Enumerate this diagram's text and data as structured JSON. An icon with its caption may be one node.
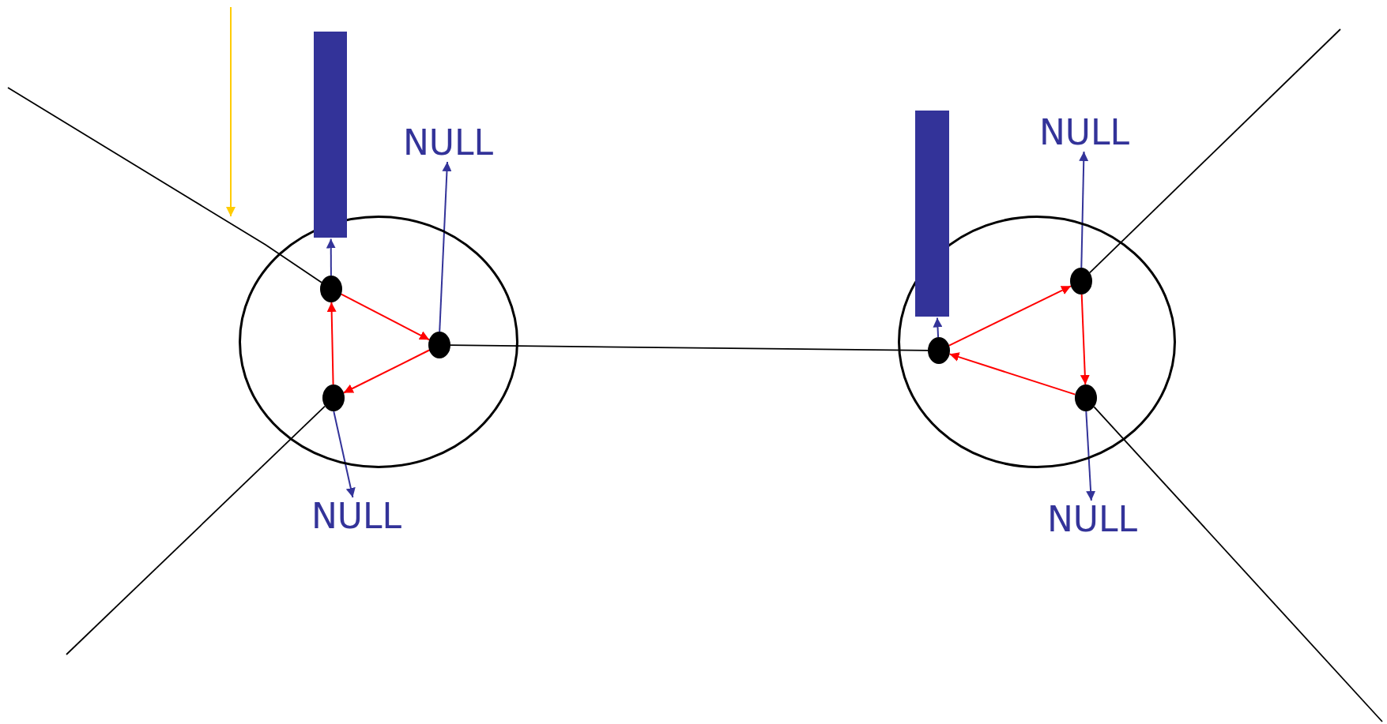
{
  "diagram": {
    "nodes": [
      {
        "text": [],
        "shape": "circle"
      },
      {
        "text": [],
        "shape": "circle",
        "in": 0
      },
      {
        "text": [],
        "shape": "circle",
        "in": 0
      },
      {
        "text": [],
        "shape": "circle",
        "in": 0
      },
      {
        "text": [],
        "shape": "bar"
      },
      {
        "text": [
          "NULL"
        ]
      },
      {
        "text": [
          "NULL"
        ]
      },
      {
        "text": [],
        "shape": "circle"
      },
      {
        "text": [],
        "shape": "circle",
        "in": 7
      },
      {
        "text": [],
        "shape": "circle",
        "in": 7
      },
      {
        "text": [],
        "shape": "circle",
        "in": 7
      },
      {
        "text": [],
        "shape": "bar"
      },
      {
        "text": [
          "NULL"
        ]
      },
      {
        "text": [
          "NULL"
        ]
      }
    ],
    "edges": [
      {
        "from": 1,
        "to": 2,
        "arrow": "to",
        "color": "#ff0000"
      },
      {
        "from": 2,
        "to": 3,
        "arrow": "to",
        "color": "#ff0000"
      },
      {
        "from": 3,
        "to": 1,
        "arrow": "to",
        "color": "#ff0000"
      },
      {
        "from": 1,
        "to": 4,
        "arrow": "to",
        "color": "#333399"
      },
      {
        "from": 2,
        "to": 5,
        "arrow": "to",
        "color": "#333399"
      },
      {
        "from": 3,
        "to": 6,
        "arrow": "to",
        "color": "#333399"
      },
      {
        "from": 8,
        "to": 9,
        "arrow": "to",
        "color": "#ff0000"
      },
      {
        "from": 9,
        "to": 10,
        "arrow": "to",
        "color": "#ff0000"
      },
      {
        "from": 10,
        "to": 8,
        "arrow": "to",
        "color": "#ff0000"
      },
      {
        "from": 8,
        "to": 11,
        "arrow": "to",
        "color": "#333399"
      },
      {
        "from": 9,
        "to": 12,
        "arrow": "to",
        "color": "#333399"
      },
      {
        "from": 10,
        "to": 13,
        "arrow": "to",
        "color": "#333399"
      },
      {
        "from": 1,
        "to": null,
        "arrow": "none",
        "color": "#000000"
      },
      {
        "from": 3,
        "to": null,
        "arrow": "none",
        "color": "#000000"
      },
      {
        "from": 2,
        "to": 8,
        "arrow": "none",
        "color": "#000000"
      },
      {
        "from": 9,
        "to": null,
        "arrow": "none",
        "color": "#000000"
      },
      {
        "from": 10,
        "to": null,
        "arrow": "none",
        "color": "#000000"
      }
    ]
  }
}
